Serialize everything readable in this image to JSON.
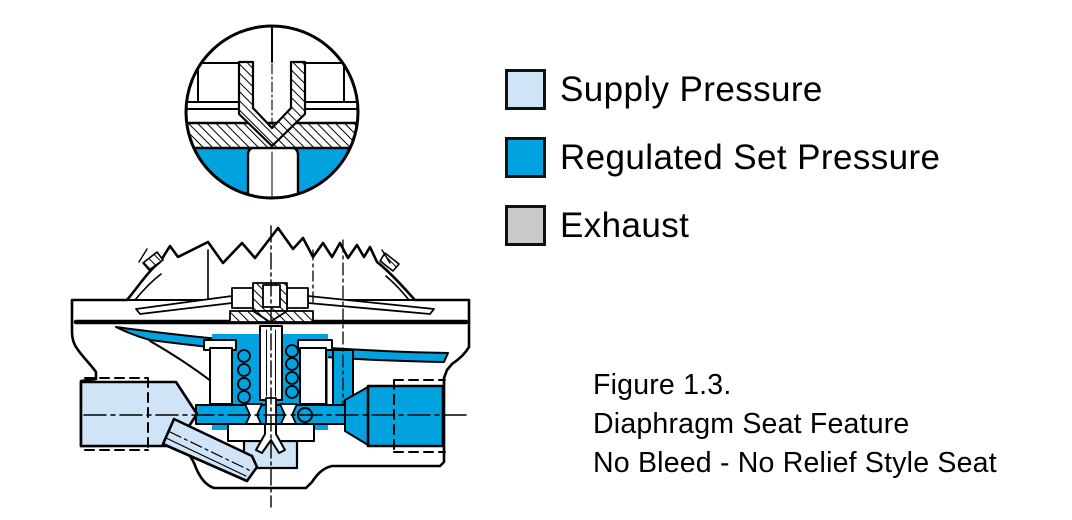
{
  "figure": {
    "legend": {
      "items": [
        {
          "label": "Supply Pressure",
          "color": "#cfe5f7"
        },
        {
          "label": "Regulated Set Pressure",
          "color": "#00a3e0"
        },
        {
          "label": "Exhaust",
          "color": "#c9c9c9"
        }
      ]
    },
    "caption": {
      "lines": [
        "Figure 1.3.",
        "Diaphragm Seat Feature",
        "No Bleed - No Relief Style Seat"
      ]
    }
  },
  "colors": {
    "supply": "#cfe5f7",
    "regulated": "#00a3e0",
    "exhaust": "#c9c9c9",
    "outline": "#000000",
    "background": "#ffffff"
  }
}
